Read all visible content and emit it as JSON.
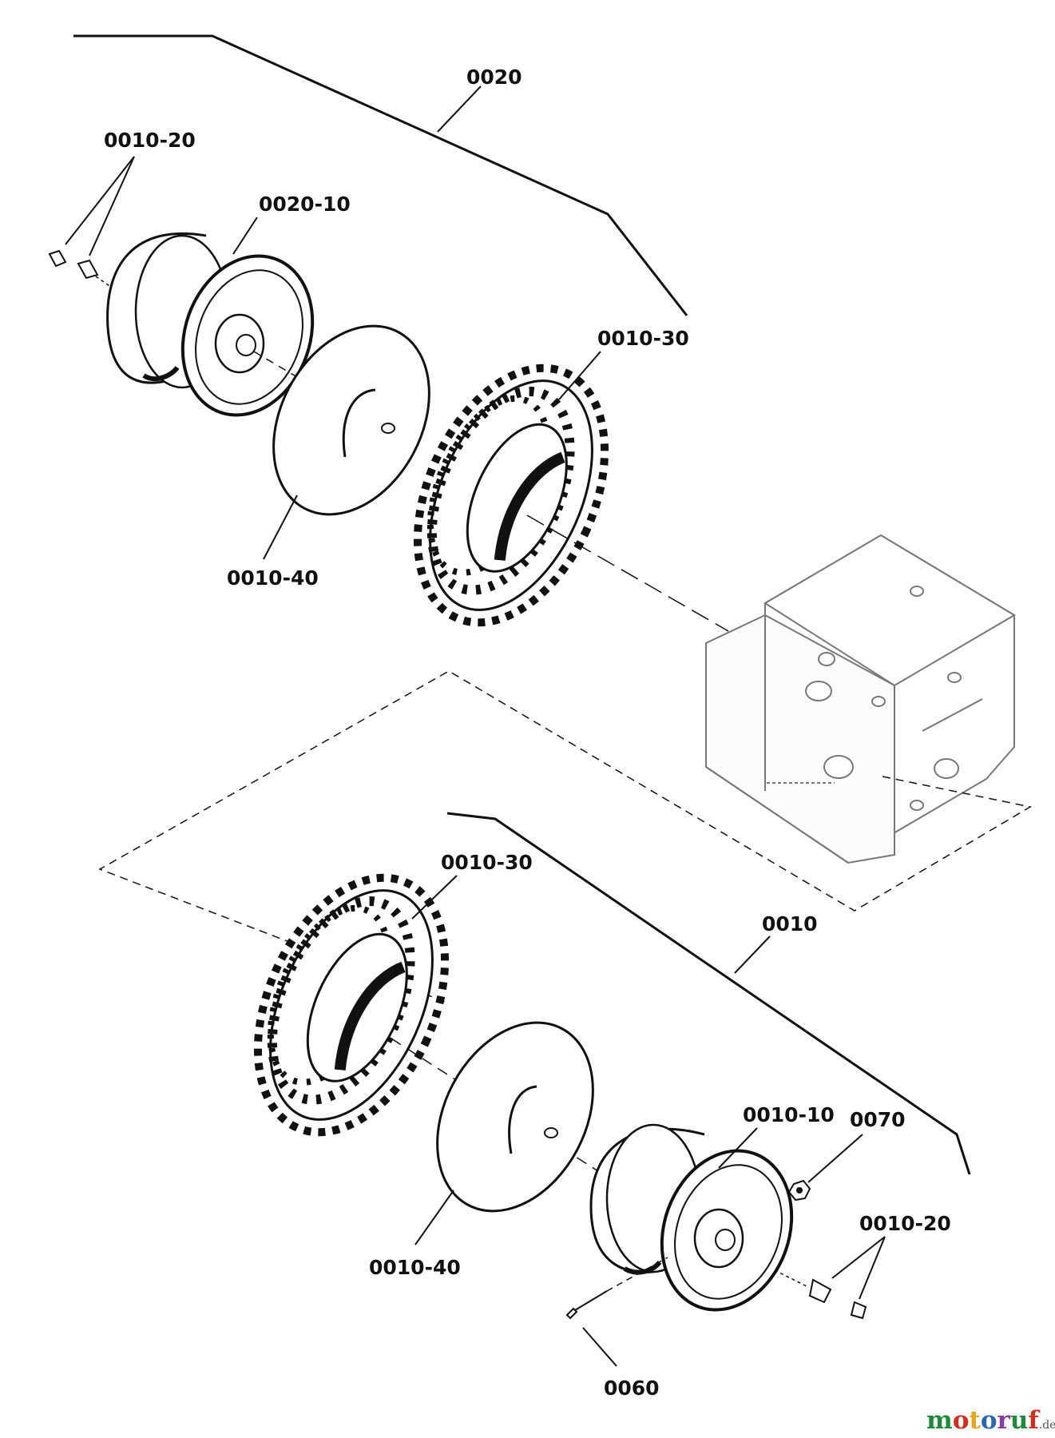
{
  "diagram": {
    "colors": {
      "ink": "#111111",
      "frame": "#777777",
      "watermark": [
        "#1e8a3a",
        "#d92a1c",
        "#e8a317",
        "#2667b8",
        "#8a3d9e",
        "#1e8a3a",
        "#d92a1c"
      ]
    },
    "top_assembly": {
      "group_label": "0020",
      "valve_label": "0010-20",
      "rim_label": "0020-10",
      "tube_label": "0010-40",
      "tire_label": "0010-30"
    },
    "bottom_assembly": {
      "group_label": "0010",
      "tire_label": "0010-30",
      "tube_label": "0010-40",
      "rim_label": "0010-10",
      "nut_label": "0070",
      "valve_label": "0010-20",
      "bolt_label": "0060"
    },
    "watermark": {
      "letters": [
        "m",
        "o",
        "t",
        "o",
        "r",
        "u",
        "f"
      ],
      "suffix": ".de"
    }
  }
}
